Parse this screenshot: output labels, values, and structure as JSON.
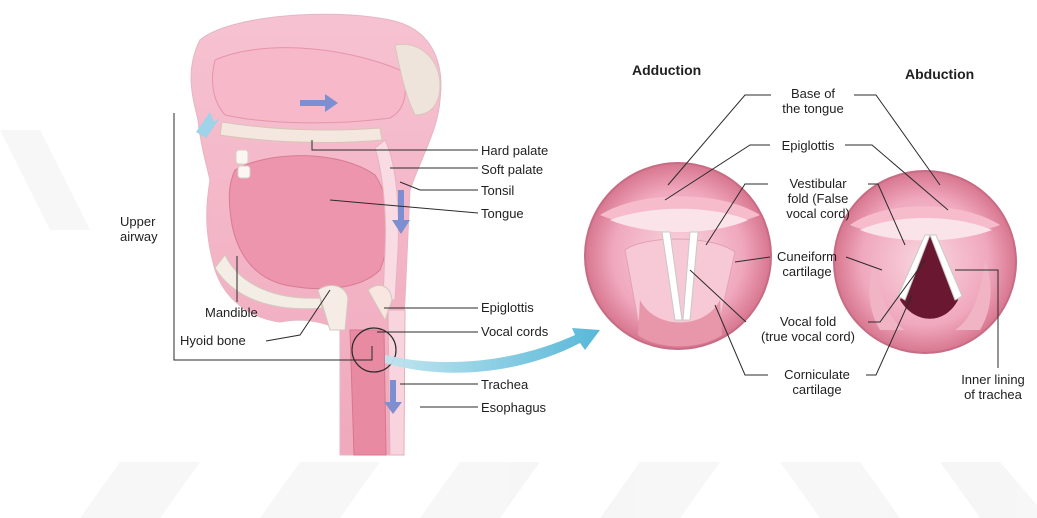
{
  "colors": {
    "tissue_pink": "#f2a9be",
    "tissue_light": "#f8cfdb",
    "tissue_deep": "#e5869f",
    "cartilage": "#f5e6dd",
    "bone": "#f3ede6",
    "vocal_cord": "#ffffff",
    "airway_dark": "#6a1732",
    "arrow_blue": "#7ac7df",
    "flow_arrow": "#7d8fd1",
    "leader_line": "#2b2b2b",
    "watermark": "#eeeeee"
  },
  "sagittal": {
    "labels": {
      "hard_palate": "Hard palate",
      "soft_palate": "Soft palate",
      "tonsil": "Tonsil",
      "tongue": "Tongue",
      "upper_airway": "Upper\nairway",
      "mandible": "Mandible",
      "hyoid_bone": "Hyoid bone",
      "epiglottis": "Epiglottis",
      "vocal_cords": "Vocal cords",
      "trachea": "Trachea",
      "esophagus": "Esophagus"
    }
  },
  "larynx": {
    "adduction_title": "Adduction",
    "abduction_title": "Abduction",
    "labels": {
      "base_of_tongue": "Base of\nthe tongue",
      "epiglottis": "Epiglottis",
      "vestibular_fold": "Vestibular\nfold (False\nvocal cord)",
      "cuneiform": "Cuneiform\ncartilage",
      "vocal_fold": "Vocal fold\n(true vocal cord)",
      "corniculate": "Corniculate\ncartilage",
      "inner_lining": "Inner lining\nof trachea"
    }
  }
}
